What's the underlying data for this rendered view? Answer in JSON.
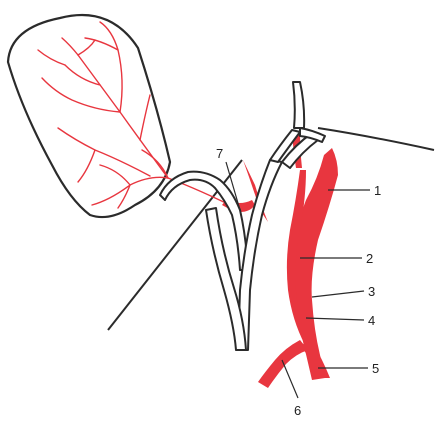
{
  "colors": {
    "ink": "#2b2b2b",
    "artery": "#e8363f",
    "background": "#ffffff"
  },
  "labels": [
    "1",
    "2",
    "3",
    "4",
    "5",
    "6",
    "7"
  ]
}
